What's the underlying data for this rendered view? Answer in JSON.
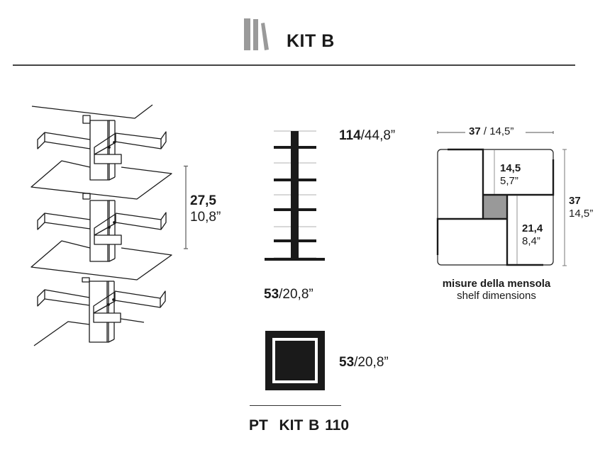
{
  "header": {
    "title": "KIT B",
    "logo_icon": "books-icon"
  },
  "perspective_view": {
    "shelf_spacing": {
      "metric": "27,5",
      "imperial": "10,8”"
    }
  },
  "elevation_view": {
    "height": {
      "metric": "114",
      "imperial": "/44,8”"
    },
    "width": {
      "metric": "53",
      "imperial": "/20,8”"
    },
    "shelf_count": 4
  },
  "base_plan": {
    "size": {
      "metric": "53",
      "imperial": "/20,8”"
    }
  },
  "product_code": "PT  KIT B 110",
  "shelf_plan": {
    "width_label": {
      "metric": "37",
      "imperial": " / 14,5”"
    },
    "depth_label": {
      "metric": "37",
      "imperial": "14,5”"
    },
    "upper_gap": {
      "metric": "14,5",
      "imperial": "5,7”"
    },
    "lower_gap": {
      "metric": "21,4",
      "imperial": "8,4”"
    },
    "caption_it": "misure della mensola",
    "caption_en": "shelf dimensions"
  },
  "colors": {
    "ink": "#1a1a1a",
    "rule": "#444444",
    "logo_gray": "#9a9a9a",
    "core_gray": "#999999"
  }
}
